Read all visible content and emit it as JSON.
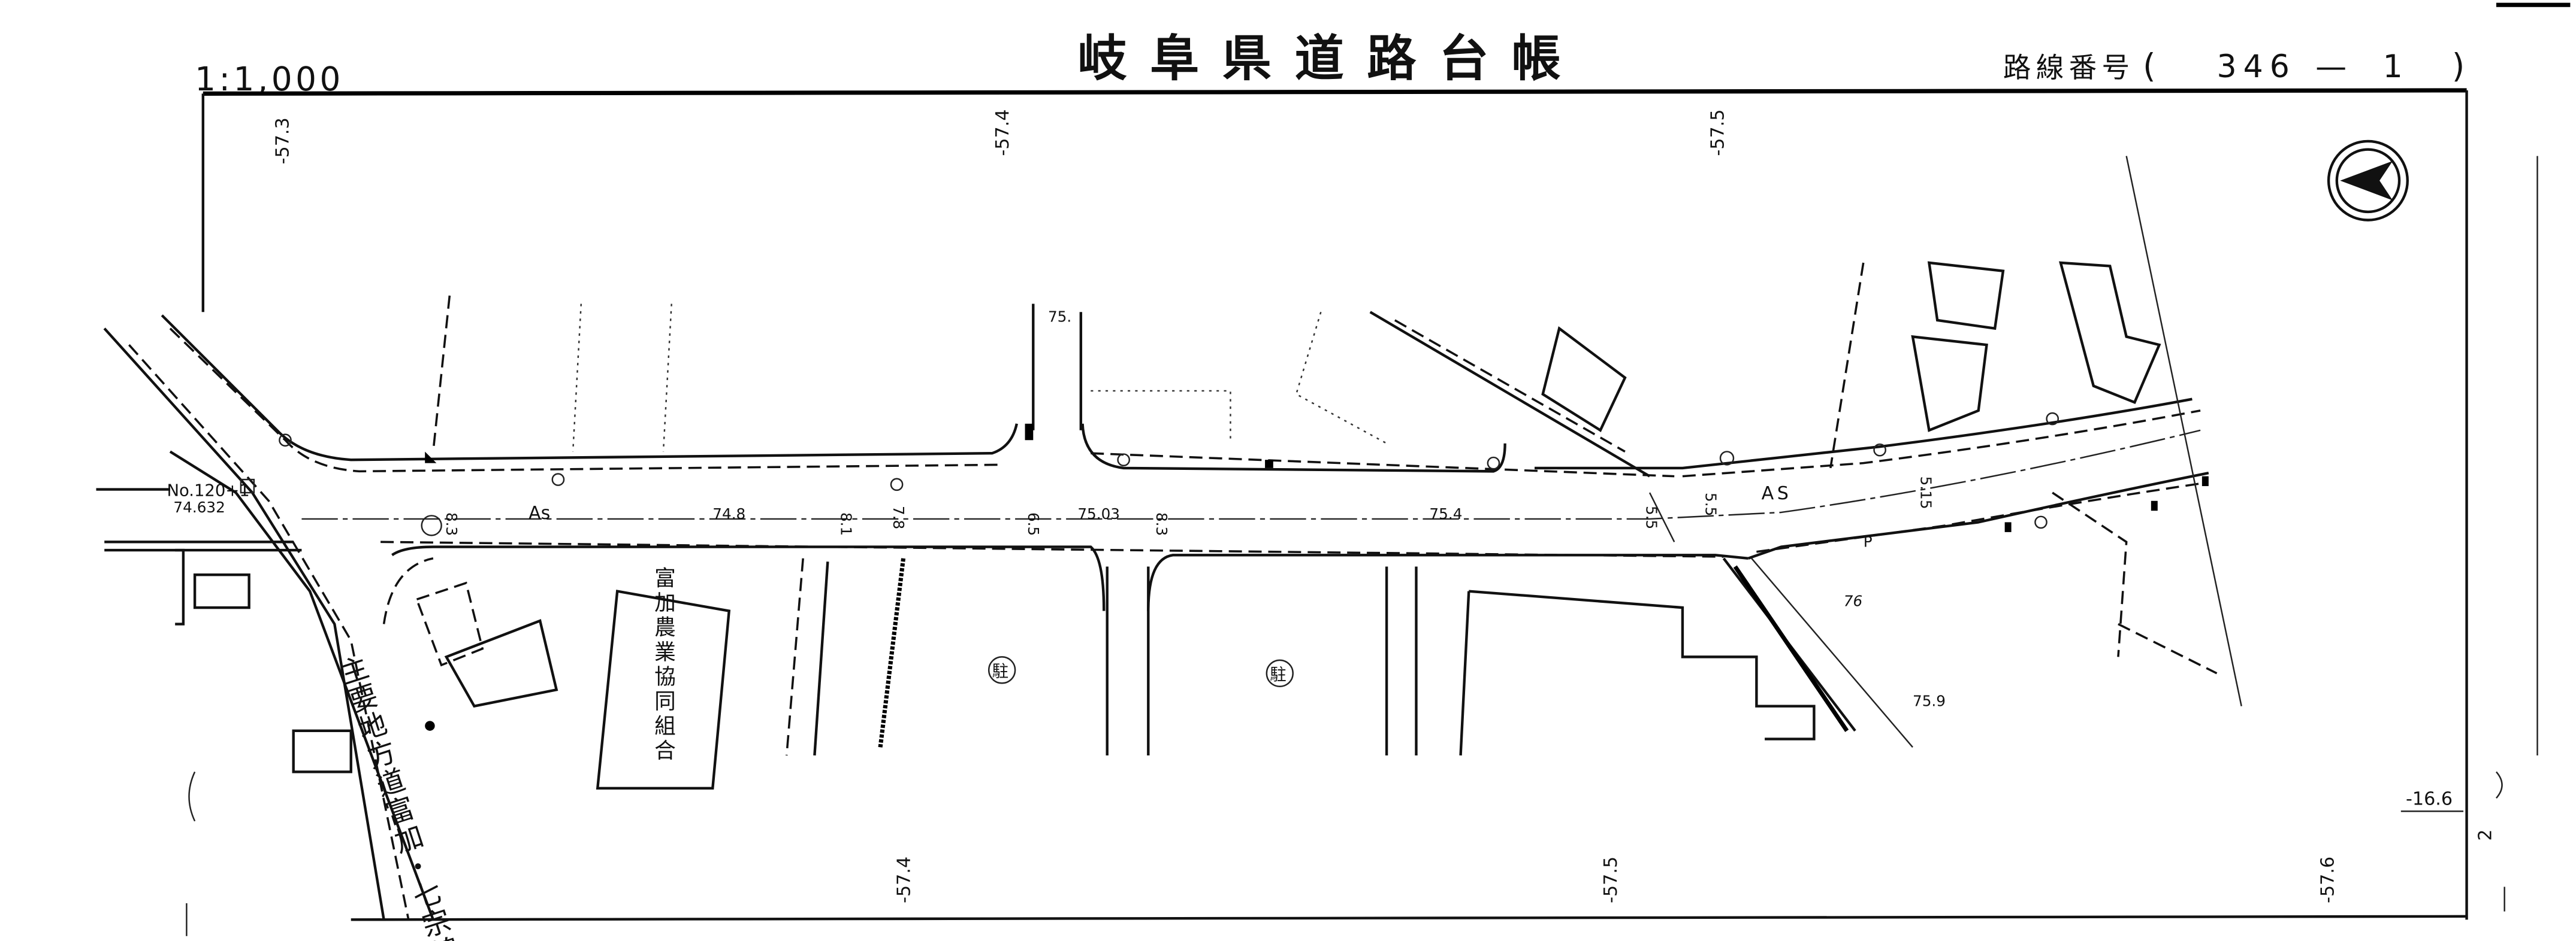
{
  "header": {
    "scale": "1:1,000",
    "title": "岐阜県道路台帳",
    "route_label": "路線番号",
    "route_open": "(",
    "route_number": "346",
    "route_dash": "—",
    "route_sheet": "1",
    "route_close": ")"
  },
  "grid_labels": {
    "top": [
      "-57.3",
      "-57.4",
      "-57.5"
    ],
    "bottom": [
      "-57.4",
      "-57.5",
      "-57.6"
    ],
    "right": "-16.6"
  },
  "map": {
    "station": "No.120+1",
    "station_elevation": "74.632",
    "surface_left": "As",
    "surface_right": "AS",
    "elevations": [
      "74.8",
      "75.03",
      "75.4",
      "75.",
      "76",
      "75.9"
    ],
    "widths": [
      "8.3",
      "8.1",
      "7.8",
      "6.5",
      "8.3",
      "5.5",
      "5.5",
      "5.15"
    ],
    "sidewalk_mark": "P",
    "building_name": "富加農業協同組合",
    "road_name": "主要地方道富加・七宗線",
    "parking_symbol": "駐",
    "north_arrow": "north-arrow-icon"
  },
  "page": {
    "sheet_index": "2"
  }
}
